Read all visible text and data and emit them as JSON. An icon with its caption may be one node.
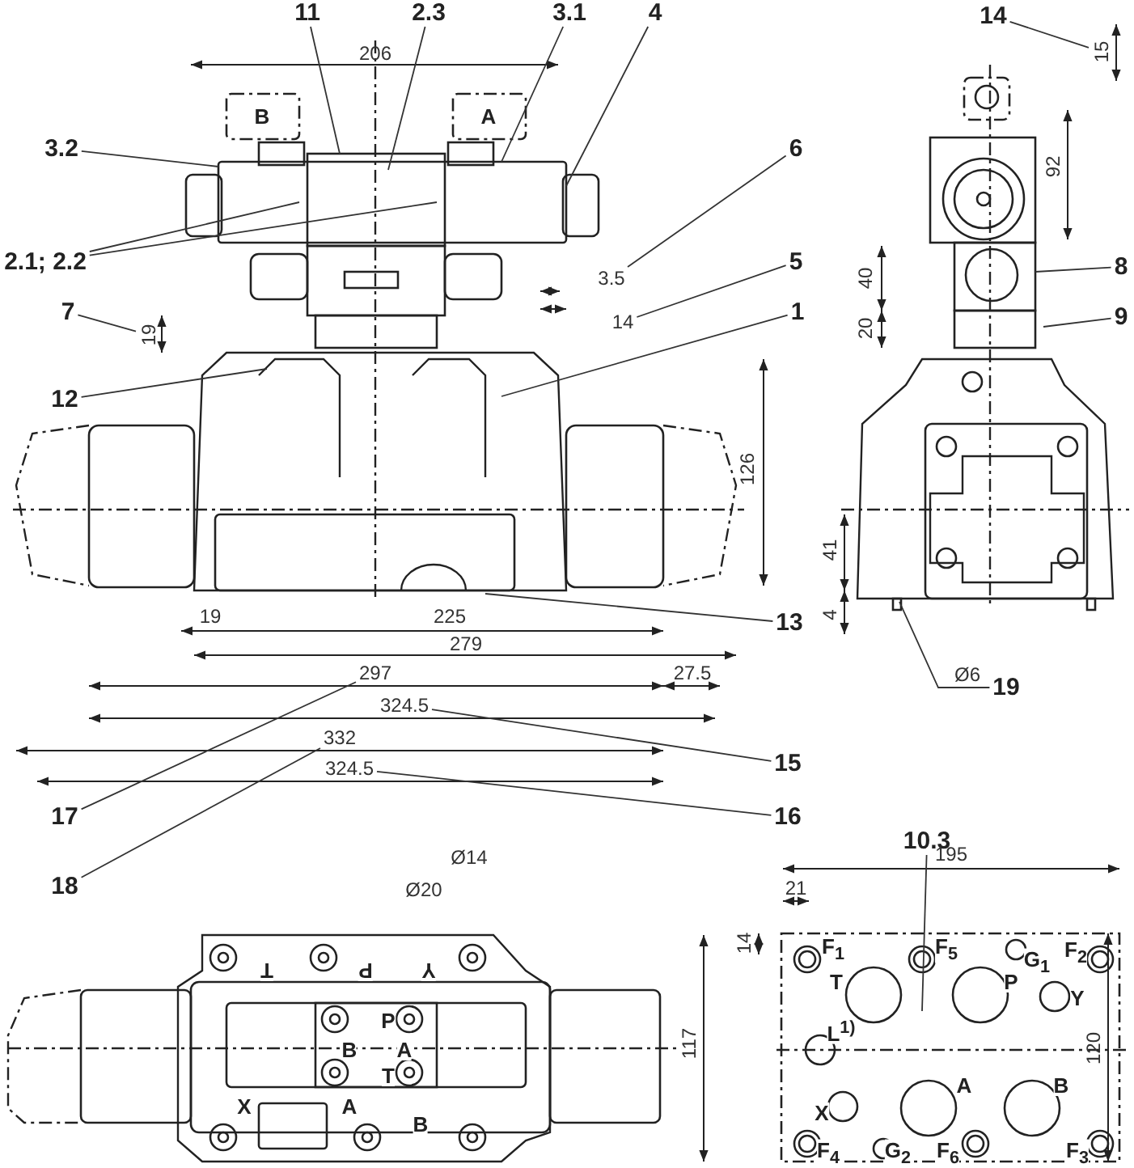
{
  "diagram": {
    "nodes": [
      {
        "text": [
          "11"
        ]
      },
      {
        "text": [
          "2.3"
        ]
      },
      {
        "text": [
          "3.1"
        ]
      },
      {
        "text": [
          "4"
        ]
      },
      {
        "text": [
          "3.2"
        ]
      },
      {
        "text": [
          "2.1; 2.2"
        ]
      },
      {
        "text": [
          "6"
        ]
      },
      {
        "text": [
          "5"
        ]
      },
      {
        "text": [
          "7"
        ]
      },
      {
        "text": [
          "12"
        ]
      },
      {
        "text": [
          "1"
        ]
      },
      {
        "text": [
          "13"
        ]
      },
      {
        "text": [
          "14"
        ]
      },
      {
        "text": [
          "8"
        ]
      },
      {
        "text": [
          "9"
        ]
      },
      {
        "text": [
          "15"
        ]
      },
      {
        "text": [
          "16"
        ]
      },
      {
        "text": [
          "17"
        ]
      },
      {
        "text": [
          "18"
        ]
      },
      {
        "text": [
          "19"
        ]
      },
      {
        "text": [
          "10.3"
        ]
      },
      {
        "text": [
          "3.5"
        ]
      },
      {
        "text": [
          "14"
        ]
      },
      {
        "text": [
          "19"
        ]
      },
      {
        "text": [
          "15"
        ]
      },
      {
        "text": [
          "324.5"
        ]
      },
      {
        "text": [
          "324.5"
        ]
      },
      {
        "text": [
          "297"
        ]
      },
      {
        "text": [
          "332"
        ]
      }
    ],
    "edges": [
      {
        "from": 0,
        "to": null,
        "arrow": "none"
      },
      {
        "from": 1,
        "to": null,
        "arrow": "none"
      },
      {
        "from": 2,
        "to": null,
        "arrow": "none"
      },
      {
        "from": 3,
        "to": null,
        "arrow": "none"
      },
      {
        "from": 4,
        "to": null,
        "arrow": "none"
      },
      {
        "from": 5,
        "to": null,
        "arrow": "none"
      },
      {
        "from": 5,
        "to": null,
        "arrow": "none"
      },
      {
        "from": 6,
        "to": 21,
        "arrow": "none"
      },
      {
        "from": 7,
        "to": 22,
        "arrow": "none"
      },
      {
        "from": 8,
        "to": 23,
        "arrow": "none"
      },
      {
        "from": 9,
        "to": null,
        "arrow": "none"
      },
      {
        "from": 10,
        "to": null,
        "arrow": "none"
      },
      {
        "from": 11,
        "to": null,
        "arrow": "none"
      },
      {
        "from": 12,
        "to": 24,
        "arrow": "none"
      },
      {
        "from": 13,
        "to": null,
        "arrow": "none"
      },
      {
        "from": 14,
        "to": null,
        "arrow": "none"
      },
      {
        "from": 15,
        "to": 25,
        "arrow": "none"
      },
      {
        "from": 16,
        "to": 26,
        "arrow": "none"
      },
      {
        "from": 17,
        "to": 27,
        "arrow": "none"
      },
      {
        "from": 18,
        "to": 28,
        "arrow": "none"
      },
      {
        "from": 19,
        "to": null,
        "arrow": "none"
      },
      {
        "from": 20,
        "to": null,
        "arrow": "none"
      }
    ],
    "labels": [
      "206",
      "126",
      "19",
      "225",
      "279",
      "27.5",
      "92",
      "40",
      "20",
      "41",
      "4",
      "Ø6",
      "Ø14",
      "Ø20",
      "117",
      "195",
      "21",
      "14",
      "120",
      "B",
      "A",
      "T",
      "P",
      "Y",
      "P",
      "B",
      "A",
      "T",
      "X",
      "A",
      "B",
      "F$_{1}$",
      "F$_{5}$",
      "G$_{1}$",
      "F$_{2}$",
      "T",
      "P",
      "Y",
      "L$^{1)}$",
      "X",
      "A",
      "B",
      "F$_{4}$",
      "G$_{2}$",
      "F$_{6}$",
      "F$_{3}$"
    ]
  }
}
